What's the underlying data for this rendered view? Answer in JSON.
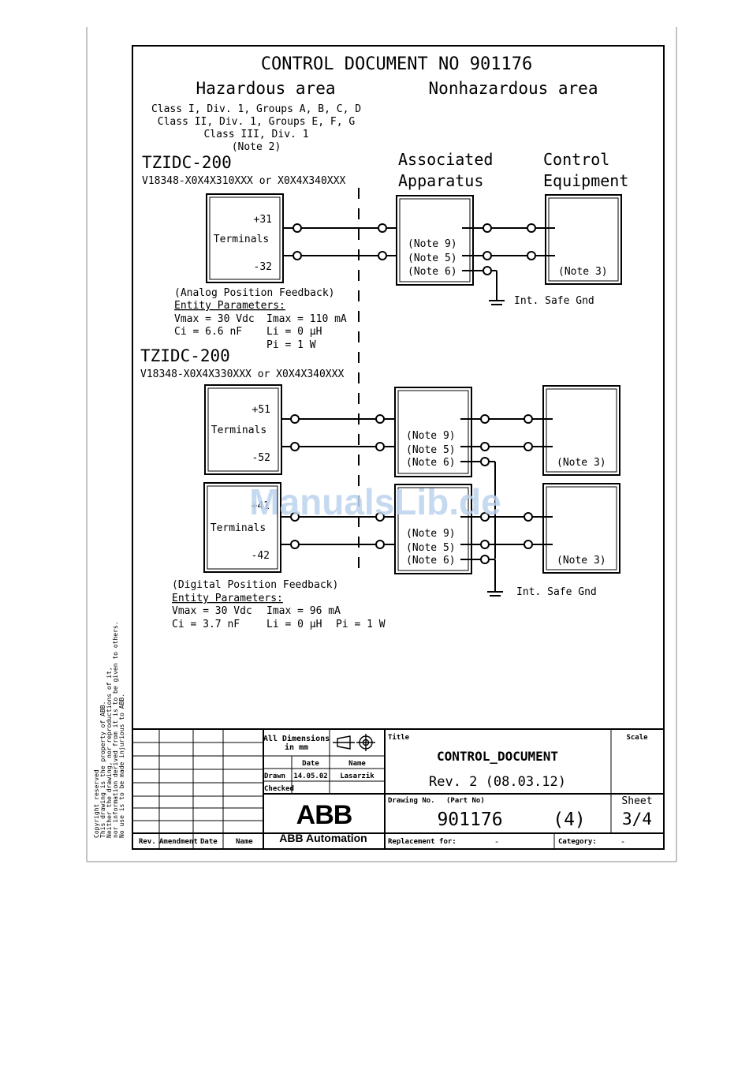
{
  "header": {
    "title": "CONTROL DOCUMENT NO 901176",
    "hazardous": "Hazardous area",
    "nonhazardous": "Nonhazardous area",
    "class_lines": [
      "Class I, Div. 1, Groups A, B, C, D",
      "Class II, Div. 1, Groups E, F, G",
      "Class III, Div. 1",
      "(Note 2)"
    ]
  },
  "columns": {
    "assoc_1": "Associated",
    "assoc_2": "Apparatus",
    "control_1": "Control",
    "control_2": "Equipment"
  },
  "analog": {
    "device": "TZIDC-200",
    "model": "V18348-X0X4X310XXX or X0X4X340XXX",
    "terminals": "Terminals",
    "t_plus": "+31",
    "t_minus": "-32",
    "caption": "(Analog Position Feedback)",
    "entity_label": "Entity Parameters:",
    "vmax": "Vmax = 30 Vdc",
    "imax": "Imax = 110 mA",
    "ci": "Ci = 6.6 nF",
    "li": "Li = 0 µH",
    "pi": "Pi = 1 W",
    "ground": "Int. Safe Gnd"
  },
  "digital": {
    "device": "TZIDC-200",
    "model": "V18348-X0X4X330XXX or X0X4X340XXX",
    "terminals_a": "Terminals",
    "ta_plus": "+51",
    "ta_minus": "-52",
    "terminals_b": "Terminals",
    "tb_plus": "+41",
    "tb_minus": "-42",
    "caption": "(Digital Position Feedback)",
    "entity_label": "Entity Parameters:",
    "vmax": "Vmax = 30 Vdc",
    "imax": "Imax = 96 mA",
    "ci": "Ci = 3.7 nF",
    "li": "Li = 0 µH",
    "pi": "Pi = 1 W",
    "ground": "Int. Safe Gnd"
  },
  "notes": {
    "n9": "(Note 9)",
    "n5": "(Note 5)",
    "n6": "(Note 6)",
    "n3": "(Note 3)"
  },
  "copyright": [
    "Copyright reserved",
    "This drawing is the property of ABB.",
    "Neither the drawing, nor reproductions of it,",
    "nor information derived from it is to be given to others.",
    "No use is to be made injurious to ABB."
  ],
  "title_block": {
    "rev_headers": [
      "Rev.",
      "Amendment",
      "Date",
      "Name"
    ],
    "dims_1": "All Dimensions",
    "dims_2": "in mm",
    "date_label": "Date",
    "name_label": "Name",
    "drawn_label": "Drawn",
    "drawn_date": "14.05.02",
    "drawn_name": "Lasarzik",
    "checked_label": "Checked",
    "company_logo": "ABB",
    "company_name": "ABB Automation",
    "title_label": "Title",
    "title": "CONTROL_DOCUMENT",
    "revision": "Rev. 2 (08.03.12)",
    "scale_label": "Scale",
    "drawing_no_label": "Drawing No.",
    "part_no_label": "(Part No)",
    "drawing_no": "901176",
    "part_no": "(4)",
    "sheet_label": "Sheet",
    "sheet": "3/4",
    "replacement_label": "Replacement for:",
    "replacement_value": "-",
    "category_label": "Category:",
    "category_value": "-"
  },
  "watermark": "ManualsLib.de"
}
